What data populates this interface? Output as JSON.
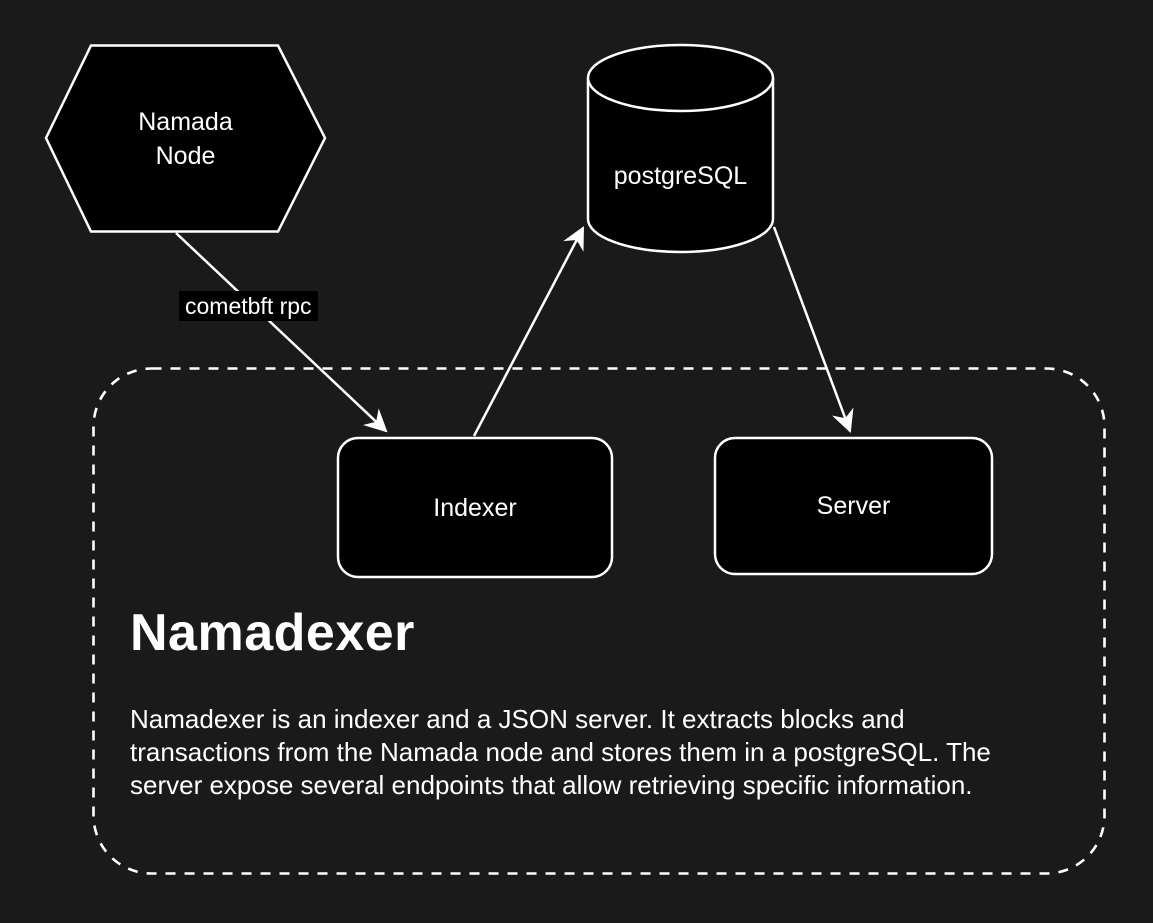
{
  "colors": {
    "background": "#1a1a1a",
    "shape_fill": "#000000",
    "stroke": "#ffffff",
    "text": "#ffffff"
  },
  "nodes": {
    "namada_node": {
      "label": "Namada\nNode"
    },
    "postgresql": {
      "label": "postgreSQL"
    },
    "indexer": {
      "label": "Indexer"
    },
    "server": {
      "label": "Server"
    }
  },
  "edges": {
    "namada_to_indexer": {
      "label": "cometbft rpc"
    },
    "indexer_to_postgresql": {
      "label": ""
    },
    "postgresql_to_server": {
      "label": ""
    }
  },
  "container": {
    "title": "Namadexer",
    "description": "Namadexer is an indexer and a JSON server. It extracts blocks and transactions from the Namada node and stores them in a postgreSQL. The server expose several endpoints that allow retrieving specific information."
  }
}
